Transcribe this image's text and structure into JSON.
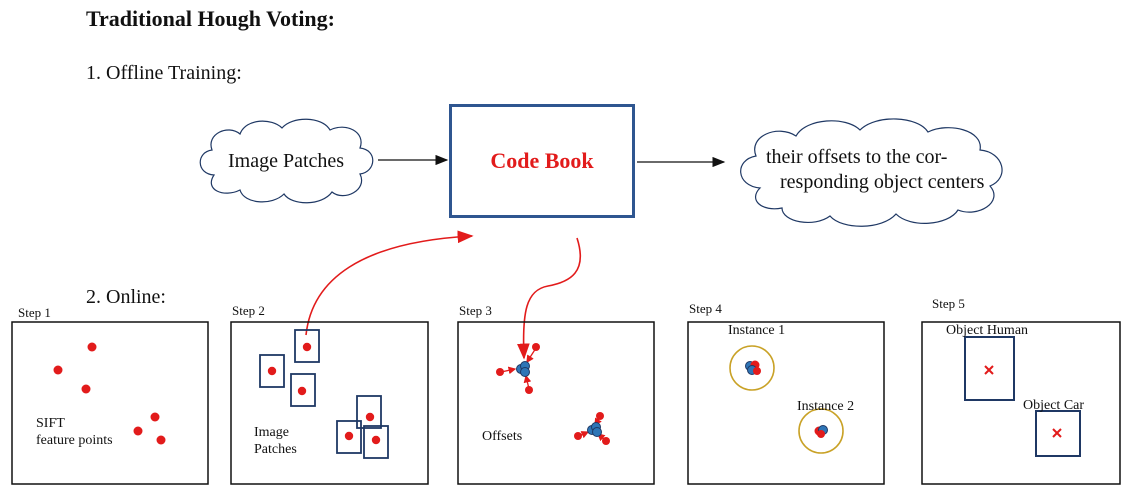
{
  "title": "Traditional Hough Voting:",
  "section_offline": "1. Offline Training:",
  "section_online": "2. Online:",
  "cloud_left": "Image Patches",
  "codebook": "Code Book",
  "cloud_right_line1": "their offsets to the cor-",
  "cloud_right_line2": "responding object centers",
  "steps": {
    "step1": "Step 1",
    "step2": "Step 2",
    "step3": "Step 3",
    "step4": "Step 4",
    "step5": "Step 5"
  },
  "step1_label_line1": "SIFT",
  "step1_label_line2": "feature points",
  "step2_label_line1": "Image",
  "step2_label_line2": "Patches",
  "step3_label": "Offsets",
  "step4_instance1": "Instance 1",
  "step4_instance2": "Instance 2",
  "step5_object_human": "Object Human",
  "step5_object_car": "Object Car",
  "colors": {
    "red": "#e21b1b",
    "navy": "#1f3864",
    "codebook_border": "#2f5690",
    "blue_point": "#2e75b6",
    "gold_circle": "#c9a227"
  }
}
